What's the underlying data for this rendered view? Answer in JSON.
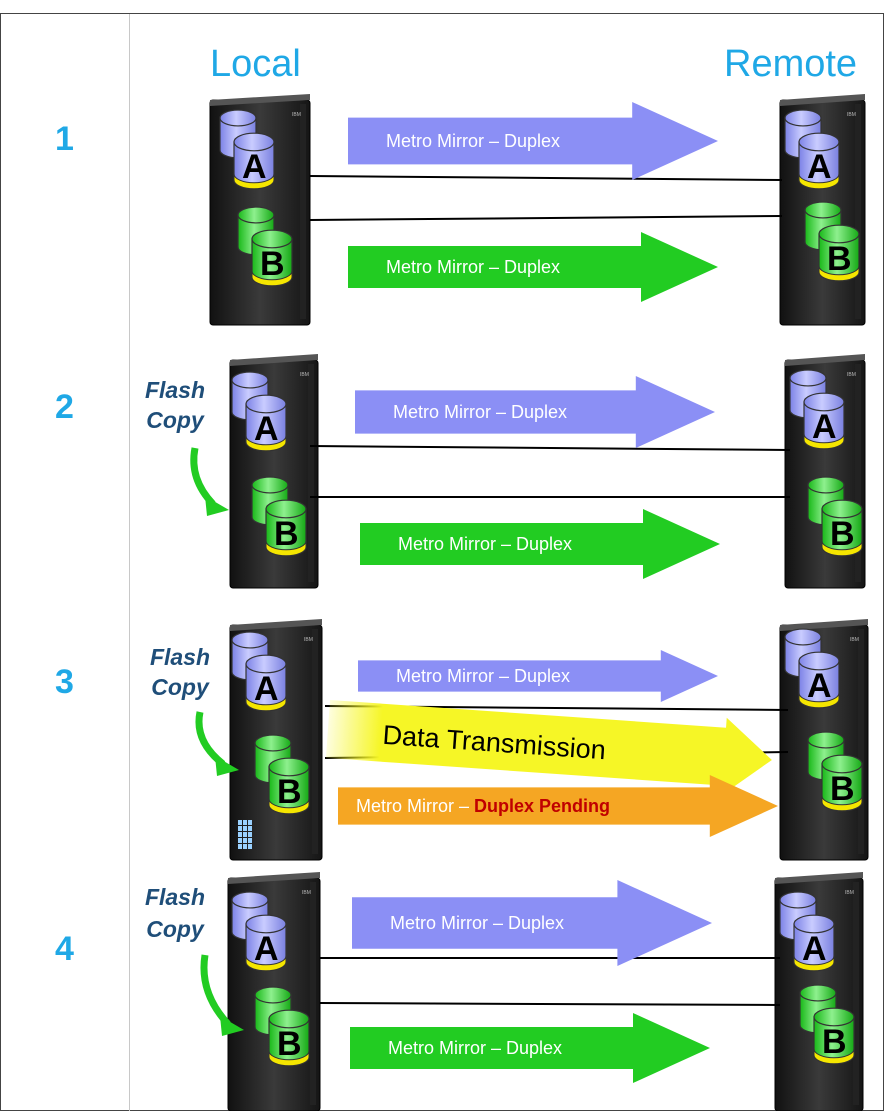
{
  "headers": {
    "local": "Local",
    "remote": "Remote"
  },
  "flash_copy": {
    "line1": "Flash",
    "line2": "Copy"
  },
  "volumes": {
    "a": "A",
    "b": "B"
  },
  "server_brand": "IBM",
  "colors": {
    "accent": "#1fa8e6",
    "blue_arrow": "#8b8ff5",
    "green_arrow": "#22cc22",
    "orange_arrow": "#f5a623",
    "yellow_arrow": "#f6f626",
    "flash_copy_text": "#1f4e79",
    "pending_text": "#c00000",
    "vol_blue": "#8f95ee",
    "vol_green": "#2ed82e",
    "vol_band": "#f5e600"
  },
  "steps": [
    {
      "number": "1",
      "flash_copy": false,
      "arrows": [
        {
          "kind": "blue",
          "label": "Metro Mirror – Duplex"
        },
        {
          "kind": "green",
          "label": "Metro Mirror – Duplex"
        }
      ]
    },
    {
      "number": "2",
      "flash_copy": true,
      "arrows": [
        {
          "kind": "blue",
          "label": "Metro Mirror – Duplex"
        },
        {
          "kind": "green",
          "label": "Metro Mirror – Duplex"
        }
      ]
    },
    {
      "number": "3",
      "flash_copy": true,
      "data_transmission": "Data Transmission",
      "arrows": [
        {
          "kind": "blue",
          "label": "Metro Mirror – Duplex"
        },
        {
          "kind": "orange",
          "label": "Metro Mirror – ",
          "label_emphasis": "Duplex Pending"
        }
      ]
    },
    {
      "number": "4",
      "flash_copy": true,
      "arrows": [
        {
          "kind": "blue",
          "label": "Metro Mirror – Duplex"
        },
        {
          "kind": "green",
          "label": "Metro Mirror – Duplex"
        }
      ]
    }
  ]
}
